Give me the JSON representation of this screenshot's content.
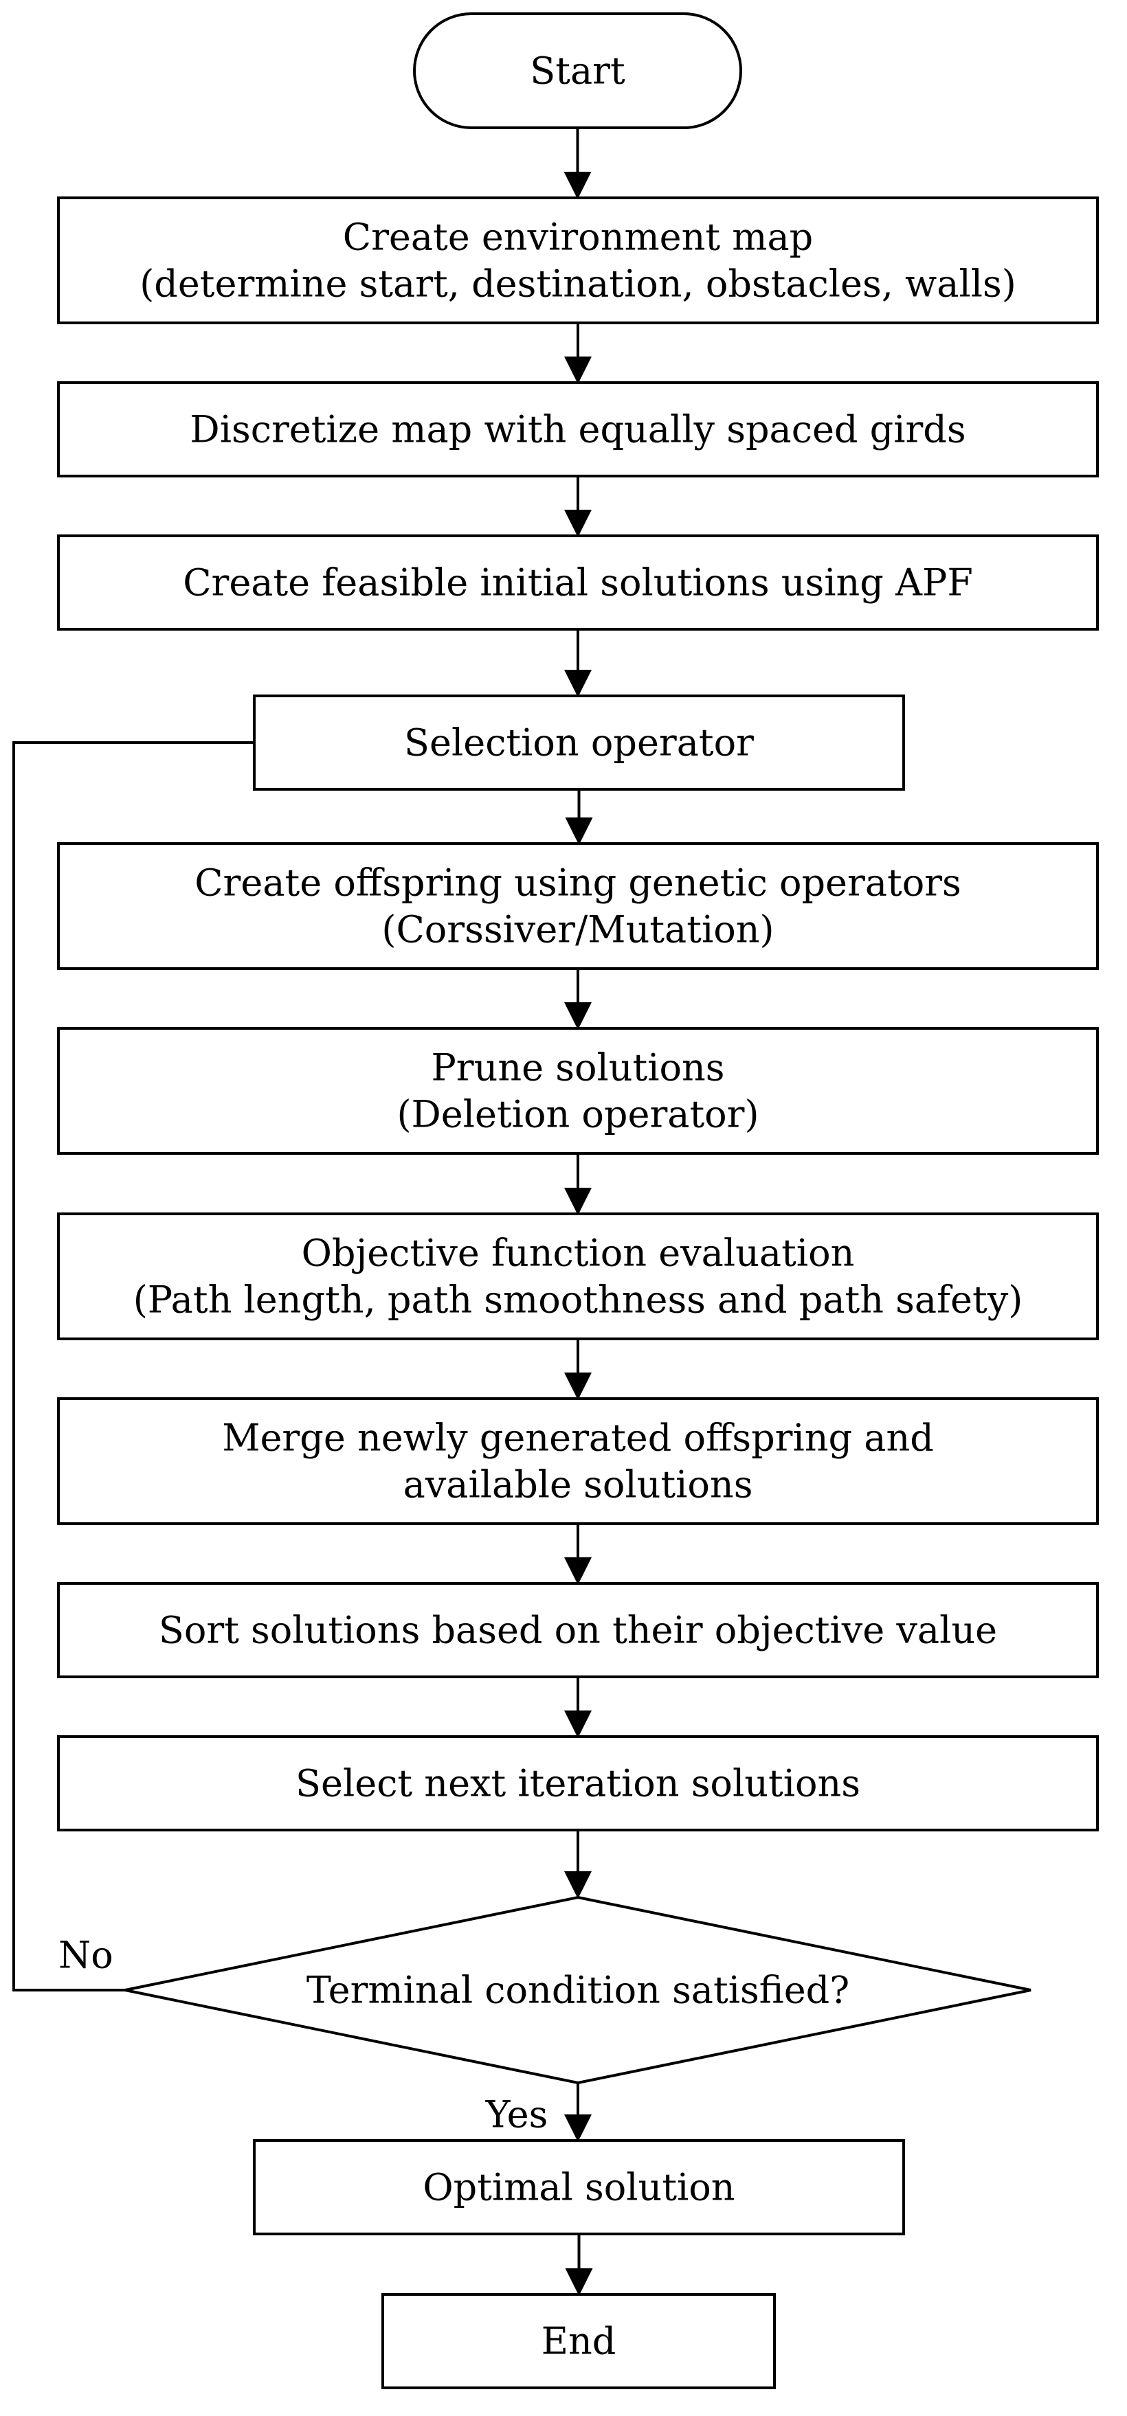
{
  "nodes": [
    {
      "id": "start",
      "shape": "terminal",
      "lines": [
        "Start"
      ]
    },
    {
      "id": "create-map",
      "shape": "process",
      "lines": [
        "Create environment map",
        "(determine start, destination, obstacles, walls)"
      ]
    },
    {
      "id": "discretize",
      "shape": "process",
      "lines": [
        "Discretize map with equally spaced girds"
      ]
    },
    {
      "id": "initial-solutions",
      "shape": "process",
      "lines": [
        "Create feasible initial solutions using APF"
      ]
    },
    {
      "id": "selection",
      "shape": "process",
      "lines": [
        "Selection operator"
      ]
    },
    {
      "id": "offspring",
      "shape": "process",
      "lines": [
        "Create offspring using genetic operators",
        "(Corssiver/Mutation)"
      ]
    },
    {
      "id": "prune",
      "shape": "process",
      "lines": [
        "Prune solutions",
        "(Deletion operator)"
      ]
    },
    {
      "id": "objective",
      "shape": "process",
      "lines": [
        "Objective function evaluation",
        "(Path length, path smoothness and path safety)"
      ]
    },
    {
      "id": "merge",
      "shape": "process",
      "lines": [
        "Merge newly generated offspring and",
        "available solutions"
      ]
    },
    {
      "id": "sort",
      "shape": "process",
      "lines": [
        "Sort solutions based on their objective value"
      ]
    },
    {
      "id": "select-next",
      "shape": "process",
      "lines": [
        "Select next iteration solutions"
      ]
    },
    {
      "id": "terminal-check",
      "shape": "decision",
      "lines": [
        "Terminal condition satisfied?"
      ]
    },
    {
      "id": "optimal",
      "shape": "process",
      "lines": [
        "Optimal solution"
      ]
    },
    {
      "id": "end",
      "shape": "process",
      "lines": [
        "End"
      ]
    }
  ],
  "edges": [
    {
      "from": "start",
      "to": "create-map",
      "label": ""
    },
    {
      "from": "create-map",
      "to": "discretize",
      "label": ""
    },
    {
      "from": "discretize",
      "to": "initial-solutions",
      "label": ""
    },
    {
      "from": "initial-solutions",
      "to": "selection",
      "label": ""
    },
    {
      "from": "selection",
      "to": "offspring",
      "label": ""
    },
    {
      "from": "offspring",
      "to": "prune",
      "label": ""
    },
    {
      "from": "prune",
      "to": "objective",
      "label": ""
    },
    {
      "from": "objective",
      "to": "merge",
      "label": ""
    },
    {
      "from": "merge",
      "to": "sort",
      "label": ""
    },
    {
      "from": "sort",
      "to": "select-next",
      "label": ""
    },
    {
      "from": "select-next",
      "to": "terminal-check",
      "label": ""
    },
    {
      "from": "terminal-check",
      "to": "optimal",
      "label": "Yes"
    },
    {
      "from": "optimal",
      "to": "end",
      "label": ""
    },
    {
      "from": "terminal-check",
      "to": "selection",
      "label": "No"
    }
  ]
}
